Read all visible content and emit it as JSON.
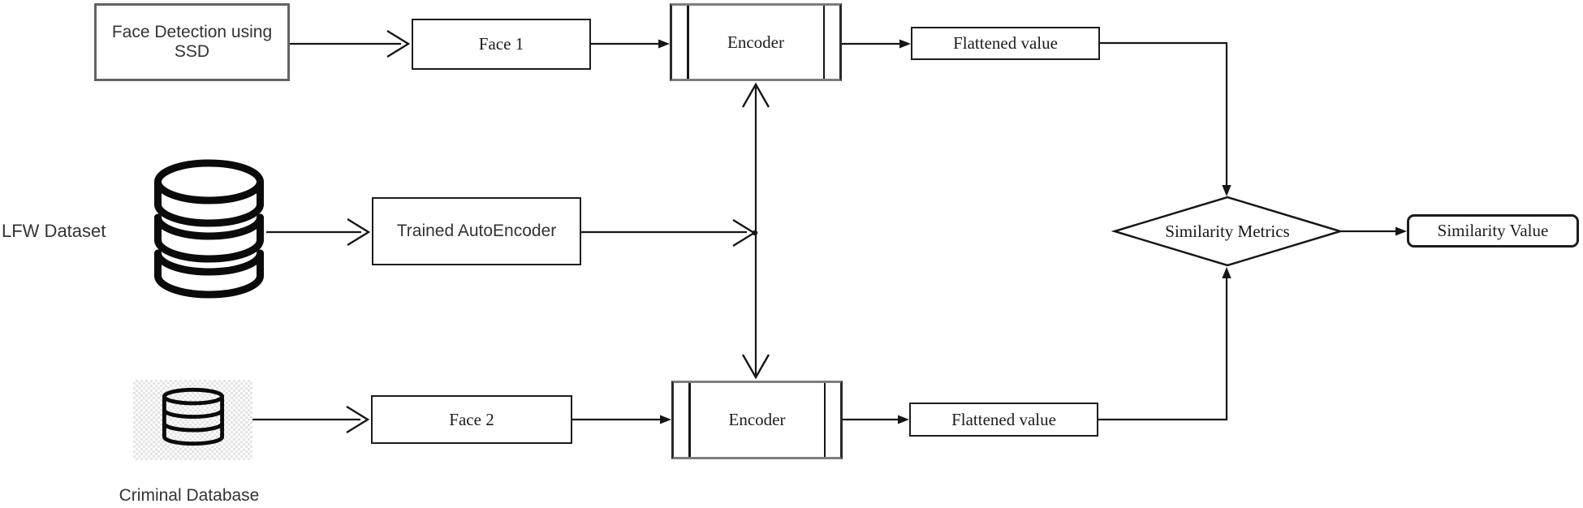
{
  "diagram_title": "Face similarity flow diagram",
  "colors": {
    "background": "#ffffff",
    "line": "#161616",
    "box_border": "#1c1c1c",
    "gray_border": "#636363",
    "checker": "#e4e4e4"
  },
  "nodes": {
    "ssd": {
      "label": "Face Detection using SSD"
    },
    "face1": {
      "label": "Face 1"
    },
    "encoder_top": {
      "label": "Encoder"
    },
    "flattened_top": {
      "label": "Flattened value"
    },
    "lfw": {
      "label": "LFW Dataset",
      "icon": "database-icon"
    },
    "trained_autoencoder": {
      "label": "Trained AutoEncoder"
    },
    "criminal_db": {
      "label": "Criminal Database",
      "icon": "database-icon"
    },
    "face2": {
      "label": "Face 2"
    },
    "encoder_bottom": {
      "label": "Encoder"
    },
    "flattened_bottom": {
      "label": "Flattened value"
    },
    "similarity_metrics": {
      "label": "Similarity Metrics",
      "shape": "diamond"
    },
    "similarity_value": {
      "label": "Similarity Value",
      "shape": "rounded-rectangle"
    }
  },
  "edges": [
    {
      "from": "Face Detection using SSD",
      "to": "Face 1",
      "arrowhead": "open"
    },
    {
      "from": "Face 1",
      "to": "Encoder (top)",
      "arrowhead": "solid"
    },
    {
      "from": "Encoder (top)",
      "to": "Flattened value (top)",
      "arrowhead": "solid"
    },
    {
      "from": "Flattened value (top)",
      "to": "Similarity Metrics",
      "arrowhead": "solid"
    },
    {
      "from": "LFW Dataset",
      "to": "Trained AutoEncoder",
      "arrowhead": "open"
    },
    {
      "from": "Trained AutoEncoder",
      "to": "encoder link line",
      "arrowhead": "open"
    },
    {
      "from": "Encoder (top)",
      "to": "Encoder (bottom)",
      "arrowhead": "open-both-ends"
    },
    {
      "from": "Criminal Database",
      "to": "Face 2",
      "arrowhead": "open"
    },
    {
      "from": "Face 2",
      "to": "Encoder (bottom)",
      "arrowhead": "solid"
    },
    {
      "from": "Encoder (bottom)",
      "to": "Flattened value (bottom)",
      "arrowhead": "solid"
    },
    {
      "from": "Flattened value (bottom)",
      "to": "Similarity Metrics",
      "arrowhead": "solid"
    },
    {
      "from": "Similarity Metrics",
      "to": "Similarity Value",
      "arrowhead": "solid"
    }
  ]
}
